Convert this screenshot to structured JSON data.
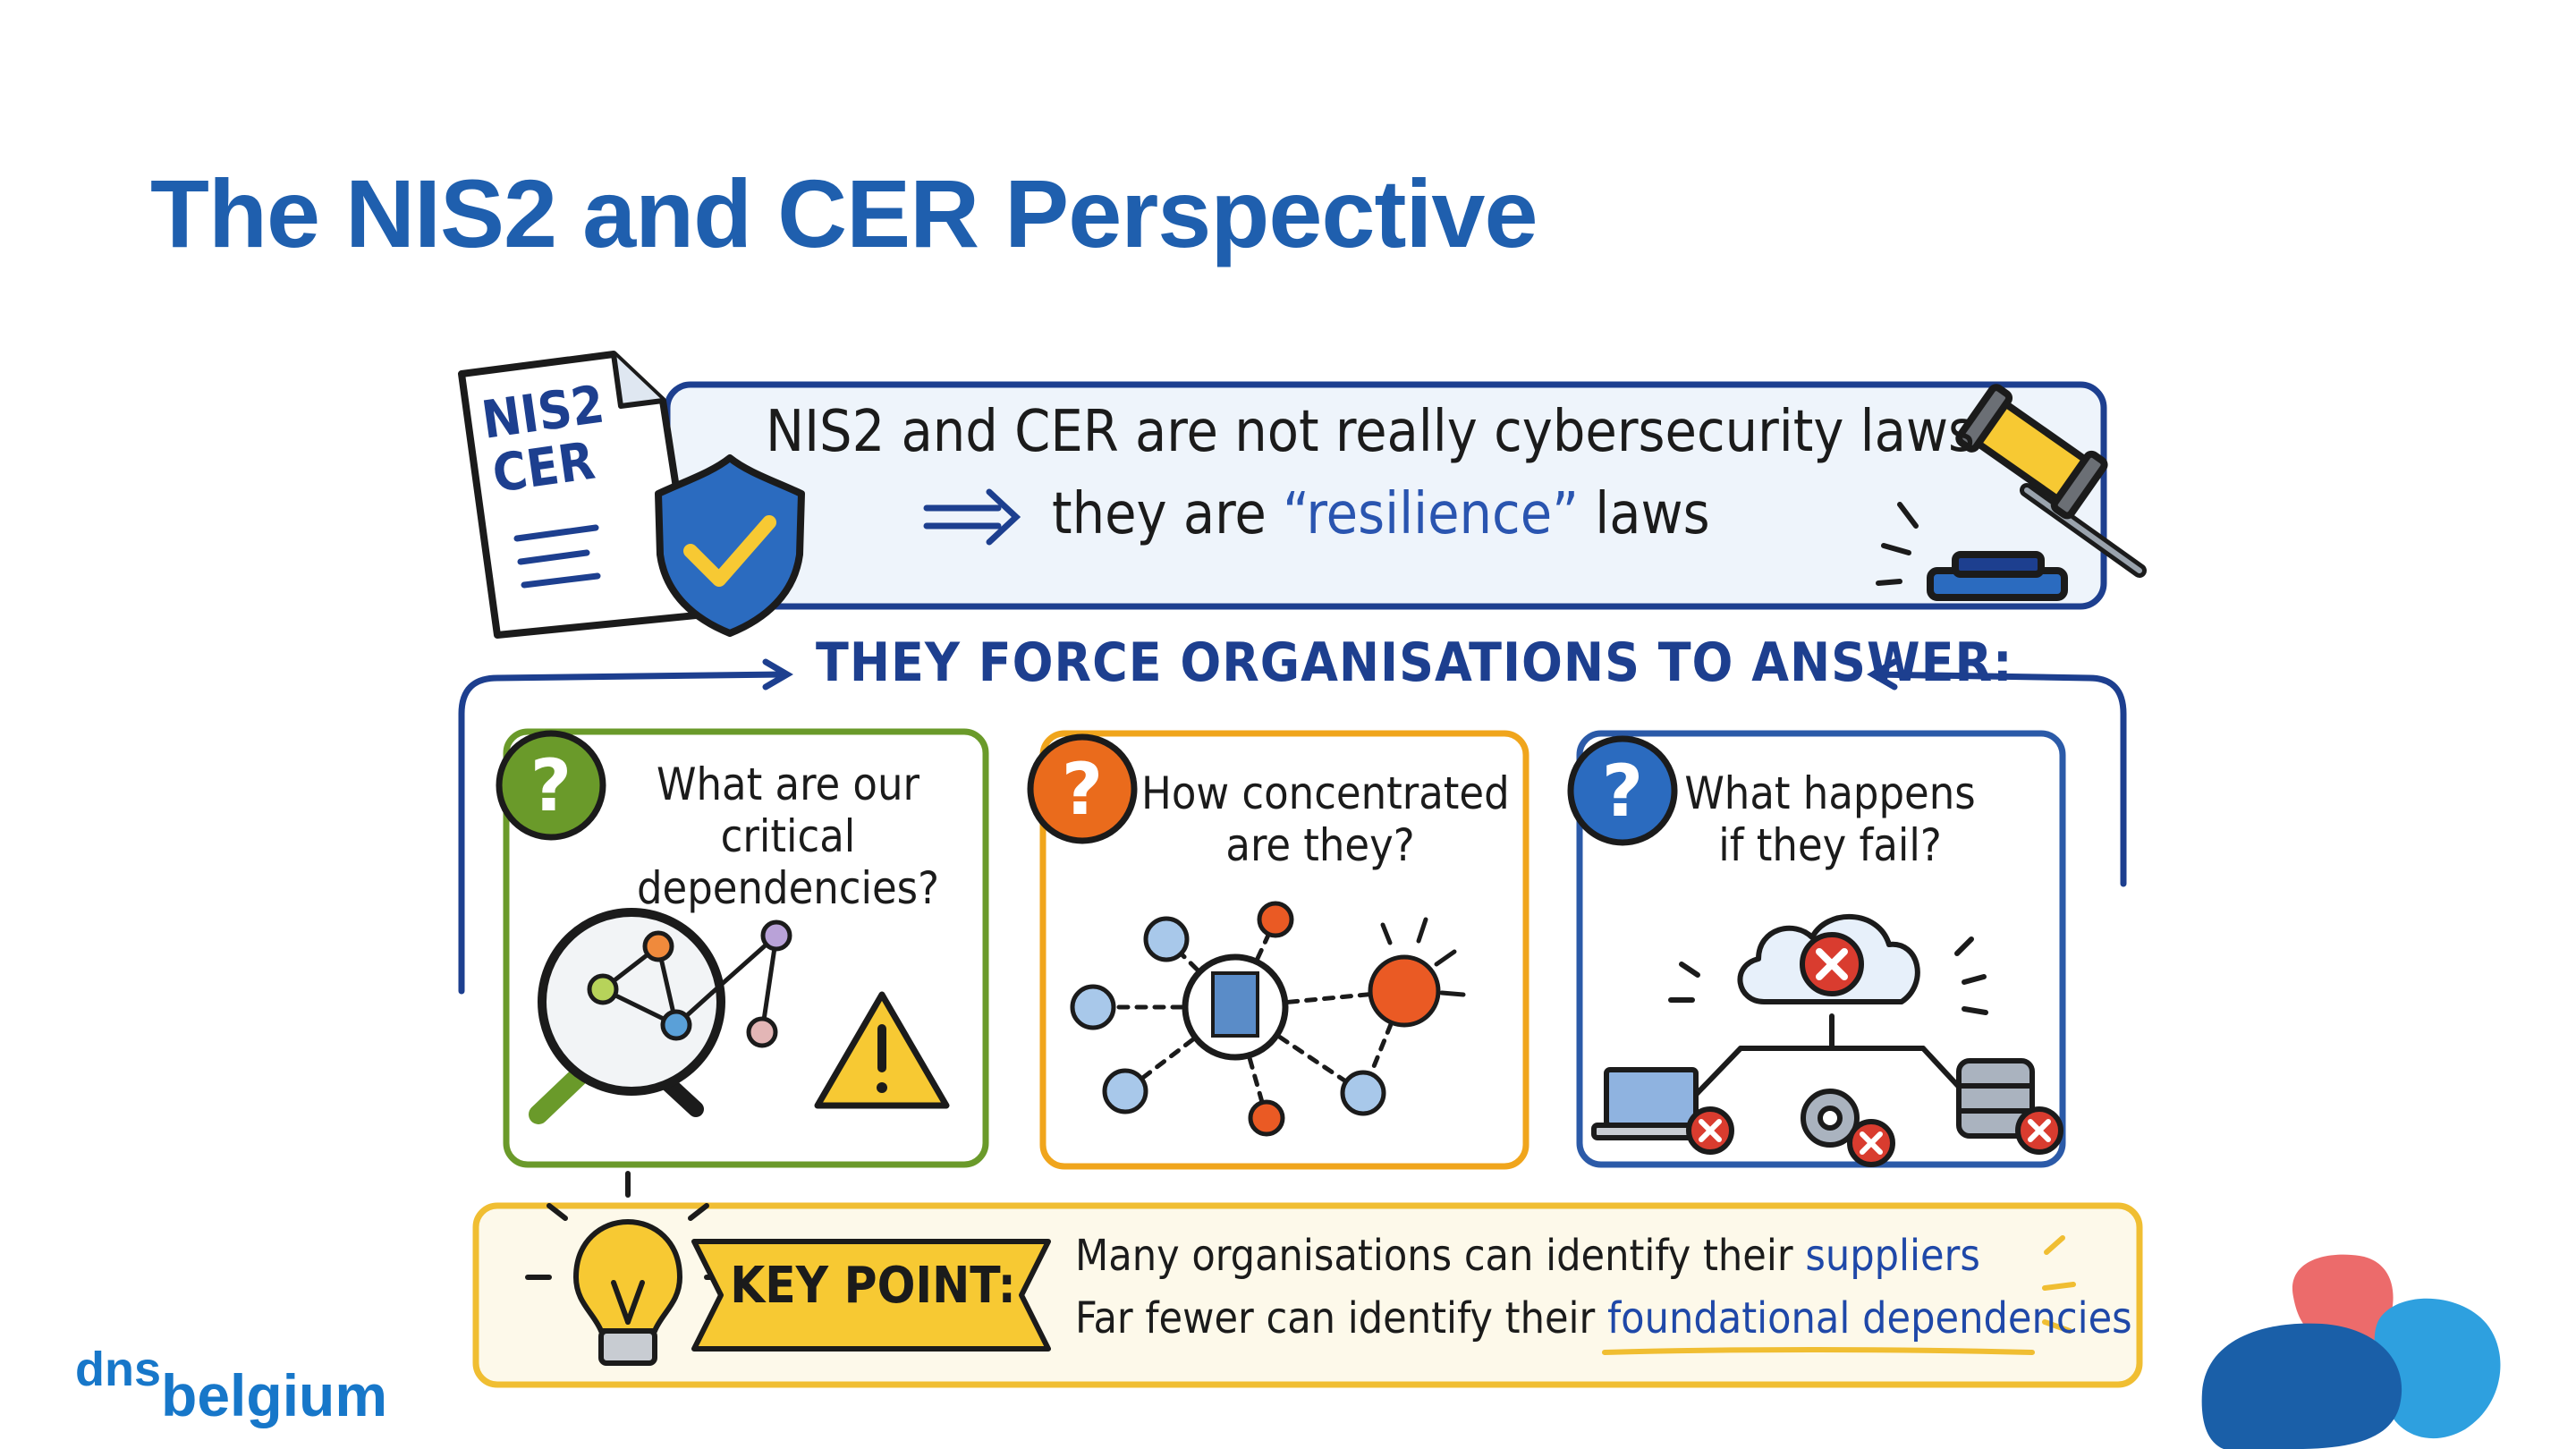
{
  "slide": {
    "title": "The NIS2 and CER Perspective"
  },
  "document_badge": {
    "line1": "NIS2",
    "line2": "CER"
  },
  "laws_banner": {
    "line1": "NIS2 and CER are not really cybersecurity laws",
    "line2_prefix": "they are ",
    "line2_highlight": "“resilience”",
    "line2_suffix": " laws"
  },
  "force_heading": "THEY FORCE ORGANISATIONS TO ANSWER:",
  "questions": [
    {
      "mark": "?",
      "text": "What are our critical dependencies?",
      "line1": "What are our",
      "line2": "critical",
      "line3": "dependencies?",
      "color": "#6a9a2a"
    },
    {
      "mark": "?",
      "text": "How concentrated are they?",
      "line1": "How concentrated",
      "line2": "are they?",
      "color": "#ea6b1c"
    },
    {
      "mark": "?",
      "text": "What happens if they fail?",
      "line1": "What happens",
      "line2": "if they fail?",
      "color": "#2b6bbf"
    }
  ],
  "key_point": {
    "label": "KEY POINT:",
    "line1_prefix": "Many organisations can identify their ",
    "line1_highlight": "suppliers",
    "line2_prefix": "Far fewer can identify their ",
    "line2_highlight": "foundational dependencies"
  },
  "logo": {
    "part1": "dns",
    "part2": "belgium"
  },
  "colors": {
    "title_blue": "#1f5fae",
    "navy": "#1d3f8f",
    "green": "#6a9a2a",
    "orange": "#ea6b1c",
    "blue": "#2b6bbf",
    "yellow": "#f7c933",
    "red": "#d93c2f",
    "shape_dark_blue": "#1a5fa8",
    "shape_light_blue": "#2ea0df",
    "shape_coral": "#ec6b6b"
  }
}
